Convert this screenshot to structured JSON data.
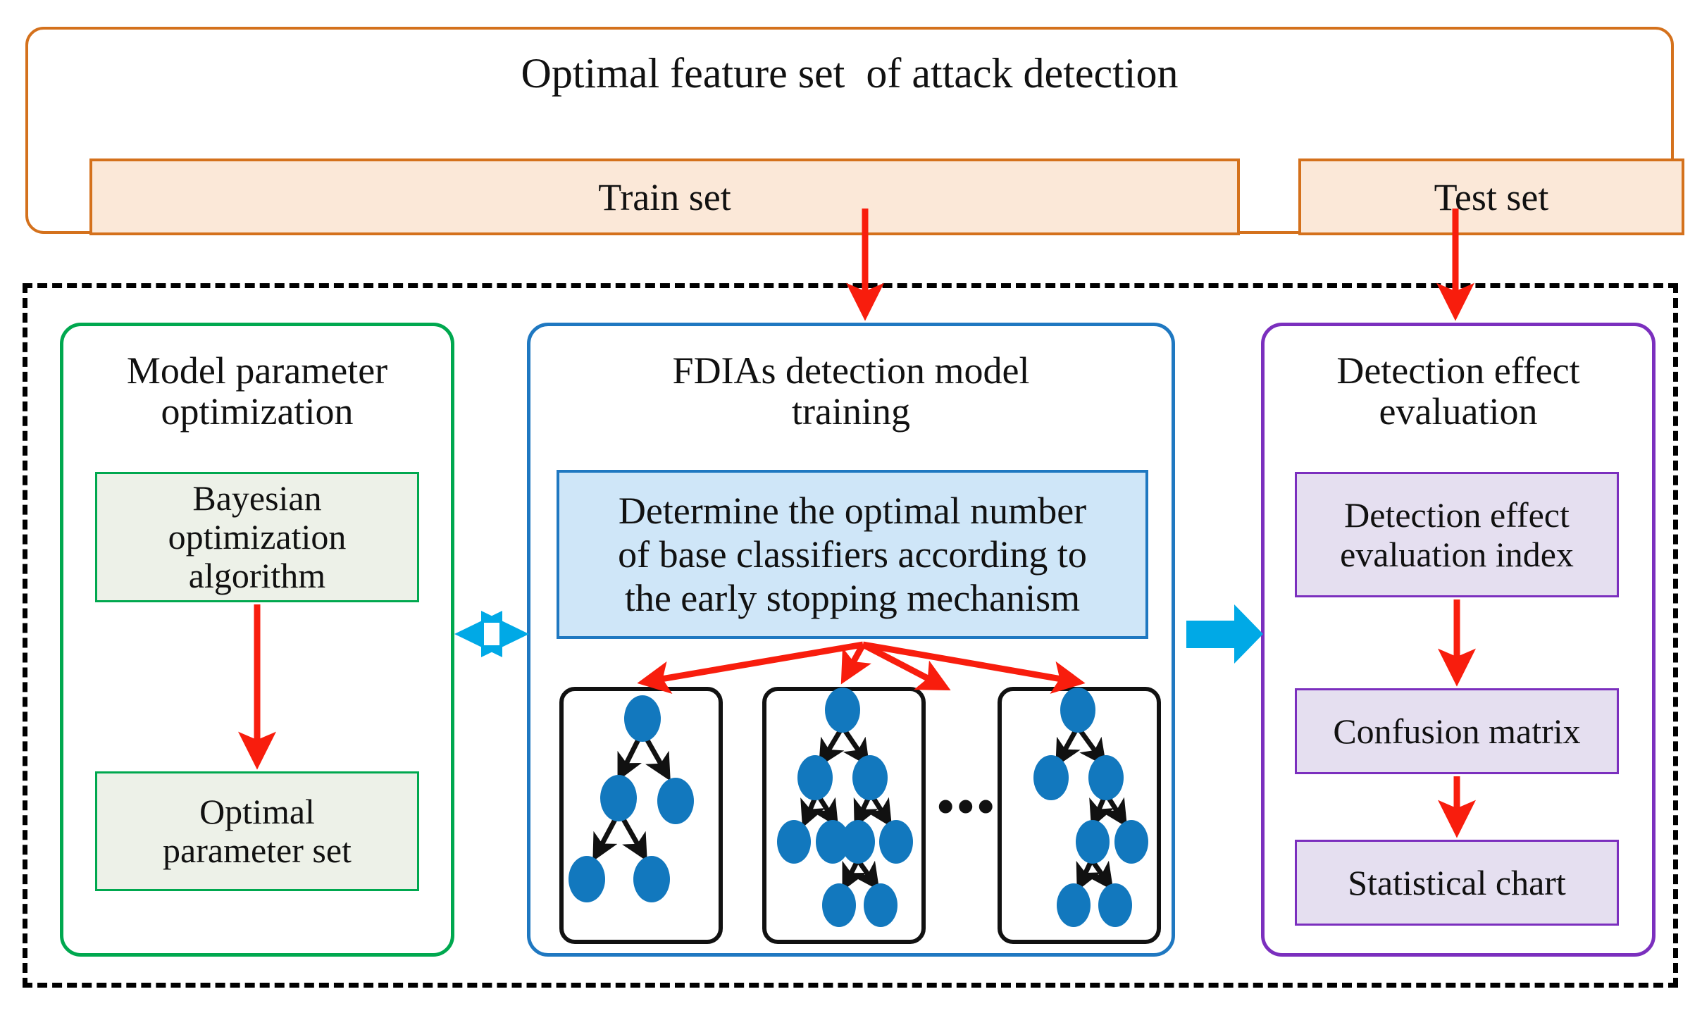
{
  "diagram": {
    "title": "Optimal feature set  of attack detection",
    "top_section": {
      "train_set_label": "Train set",
      "test_set_label": "Test set",
      "border_color": "#d4711c",
      "fill_color": "#fbe8d8"
    },
    "panels": [
      {
        "id": "model-parameter-optimization",
        "title": "Model parameter\noptimization",
        "border_color": "#00a84f",
        "box_fill": "#edf1e8",
        "boxes": [
          {
            "label": "Bayesian\noptimization\nalgorithm"
          },
          {
            "label": "Optimal\nparameter set"
          }
        ]
      },
      {
        "id": "fdias-detection-model-training",
        "title": "FDIAs detection model\ntraining",
        "border_color": "#1f78c1",
        "box_fill": "#cfe6f8",
        "boxes": [
          {
            "label": "Determine the optimal number\nof base classifiers according to\nthe early stopping mechanism"
          }
        ],
        "classifier_cards": 3,
        "ellipsis": "•••"
      },
      {
        "id": "detection-effect-evaluation",
        "title": "Detection effect\nevaluation",
        "border_color": "#7b2fbe",
        "box_fill": "#e5dff0",
        "boxes": [
          {
            "label": "Detection effect\nevaluation index"
          },
          {
            "label": "Confusion matrix"
          },
          {
            "label": "Statistical chart"
          }
        ]
      }
    ],
    "connectors": {
      "arrow_red": "#f81d0d",
      "arrow_blue": "#00a9e6",
      "dashed_border": "#000000"
    }
  }
}
